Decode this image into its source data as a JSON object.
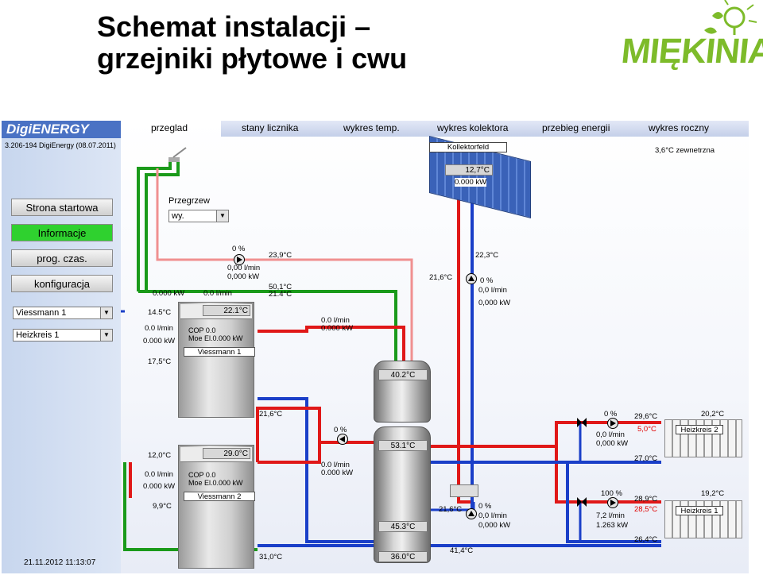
{
  "slide": {
    "title_line1": "Schemat instalacji –",
    "title_line2": "grzejniki płytowe i cwu",
    "logo_text": "MIĘKINIA"
  },
  "app": {
    "brand": "DigiENERGY",
    "version": "3.206-194 DigiEnergy (08.07.2011)",
    "datetime": "21.11.2012 11:13:07",
    "sidebar_buttons": [
      "Strona startowa",
      "Informacje",
      "prog. czas.",
      "konfiguracja"
    ],
    "active_button": "Informacje",
    "combo1": "Viessmann 1",
    "combo2": "Heizkreis 1"
  },
  "tabs": [
    "przeglad",
    "stany licznika",
    "wykres temp.",
    "wykres kolektora",
    "przebieg energii",
    "wykres roczny"
  ],
  "outside_temp": "3,6°C zewnetrzna",
  "przegrzew": {
    "label": "Przegrzew",
    "value": "wy."
  },
  "collector": {
    "label": "Kollektorfeld",
    "temp": "12,7°C",
    "power": "0.000 kW"
  },
  "top_pump": {
    "pct": "0 %",
    "flow": "0,00 l/min",
    "power": "0,000 kW",
    "temp1": "23,9°C",
    "temp2": "50,1°C",
    "temp3": "21.4°C"
  },
  "left_row": {
    "power": "0.000 kW",
    "flow": "0.0 l/min"
  },
  "solar": {
    "temp_return": "21,6°C",
    "temp_flow": "22,3°C",
    "pct": "0 %",
    "flow": "0,0 l/min",
    "power": "0,000 kW"
  },
  "boiler1": {
    "temp": "22.1°C",
    "in_temp": "14.5°C",
    "flow": "0.0 l/min",
    "power": "0.000 kW",
    "cop": "COP 0.0",
    "moe": "Moe El.0.000 kW",
    "name": "Viessmann 1",
    "out_temp": "17,5°C"
  },
  "boiler2": {
    "temp": "29.0°C",
    "in_temp": "12,0°C",
    "flow": "0.0 l/min",
    "power": "0.000 kW",
    "cop": "COP 0.0",
    "moe": "Moe El.0.000 kW",
    "name": "Viessmann 2",
    "out_temp": "9,9°C"
  },
  "mid": {
    "flow1": "0.0 l/min",
    "power1": "0.000 kW",
    "temp_blue": "21,6°C",
    "pump_pct": "0 %",
    "flow2": "0.0 l/min",
    "power2": "0.000 kW",
    "temp_bottom": "31,0°C"
  },
  "tank_upper": {
    "temp": "40.2°C"
  },
  "tank_lower": {
    "temp_top": "53.1°C",
    "temp_mid": "45.3°C",
    "temp_bottom": "36.0°C"
  },
  "lower_pump": {
    "temp": "21,6°C",
    "pct": "0 %",
    "flow": "0,0 l/min",
    "power": "0,000 kW",
    "temp_bottom": "41,4°C"
  },
  "hk2": {
    "pct": "0 %",
    "flow": "0,0 l/min",
    "power": "0,000 kW",
    "temp_supply": "29,6°C",
    "temp_set": "5,0°C",
    "temp_room": "20,2°C",
    "temp_return": "27,0°C",
    "name": "Heizkreis 2"
  },
  "hk1": {
    "pct": "100 %",
    "flow": "7,2 l/min",
    "power": "1.263 kW",
    "temp_supply": "28,9°C",
    "temp_set": "28,5°C",
    "temp_room": "19,2°C",
    "temp_return": "26,4°C",
    "name": "Heizkreis 1"
  }
}
